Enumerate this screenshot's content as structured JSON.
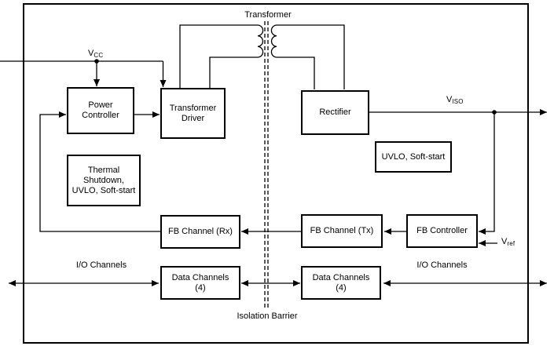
{
  "figure": {
    "background": "#ffffff",
    "line_color": "#000000",
    "text_color": "#000000"
  },
  "labels": {
    "transformer": "Transformer",
    "isolation_barrier": "Isolation Barrier",
    "io_channels_left": "I/O Channels",
    "io_channels_right": "I/O Channels"
  },
  "signals": {
    "vcc": {
      "base": "V",
      "sub": "CC"
    },
    "viso": {
      "base": "V",
      "sub": "ISO"
    },
    "vref": {
      "base": "V",
      "sub": "ref"
    }
  },
  "blocks": {
    "power_controller": {
      "lines": [
        "Power",
        "Controller"
      ]
    },
    "transformer_driver": {
      "lines": [
        "Transformer",
        "Driver"
      ]
    },
    "rectifier": {
      "lines": [
        "Rectifier"
      ]
    },
    "uvlo_soft_start": {
      "lines": [
        "UVLO, Soft-start"
      ]
    },
    "thermal_shutdown": {
      "lines": [
        "Thermal",
        "Shutdown,",
        "UVLO, Soft-start"
      ]
    },
    "fb_channel_rx": {
      "lines": [
        "FB Channel (Rx)"
      ]
    },
    "fb_channel_tx": {
      "lines": [
        "FB Channel (Tx)"
      ]
    },
    "fb_controller": {
      "lines": [
        "FB Controller"
      ]
    },
    "data_channels_left": {
      "lines": [
        "Data Channels",
        "(4)"
      ]
    },
    "data_channels_right": {
      "lines": [
        "Data Channels",
        "(4)"
      ]
    }
  }
}
